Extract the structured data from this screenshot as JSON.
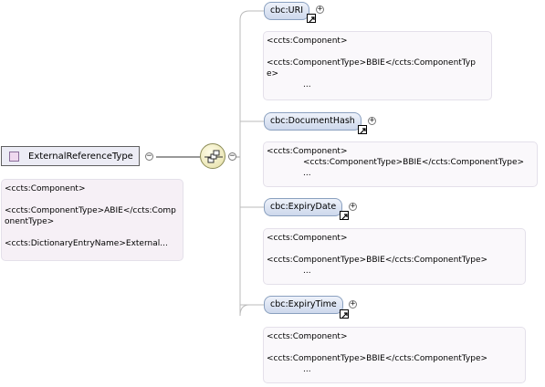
{
  "root": {
    "name": "ExternalReferenceType",
    "annotation": {
      "line1": "<ccts:Component>",
      "line2": "<ccts:ComponentType>ABIE</ccts:ComponentType>",
      "line3": "<ccts:DictionaryEntryName>External..."
    }
  },
  "compositor": "sequence",
  "children": [
    {
      "name": "cbc:URI",
      "annotation": {
        "line1": "<ccts:Component>",
        "line2": "<ccts:ComponentType>BBIE</ccts:ComponentTyp",
        "line3": "e>",
        "line4": "..."
      }
    },
    {
      "name": "cbc:DocumentHash",
      "annotation": {
        "line1": "<ccts:Component>",
        "line2": "<ccts:ComponentType>BBIE</ccts:ComponentType>",
        "line3": "..."
      }
    },
    {
      "name": "cbc:ExpiryDate",
      "annotation": {
        "line1": "<ccts:Component>",
        "line2": "<ccts:ComponentType>BBIE</ccts:ComponentType>",
        "line3": "..."
      }
    },
    {
      "name": "cbc:ExpiryTime",
      "annotation": {
        "line1": "<ccts:Component>",
        "line2": "<ccts:ComponentType>BBIE</ccts:ComponentType>",
        "line3": "..."
      }
    }
  ],
  "icons": {
    "collapse": "minus",
    "expand": "plus",
    "reference": "arrow-ne"
  },
  "colors": {
    "element_fill": "#cdd8ec",
    "root_fill": "#ececf5",
    "compositor_fill": "#ece7b8"
  }
}
